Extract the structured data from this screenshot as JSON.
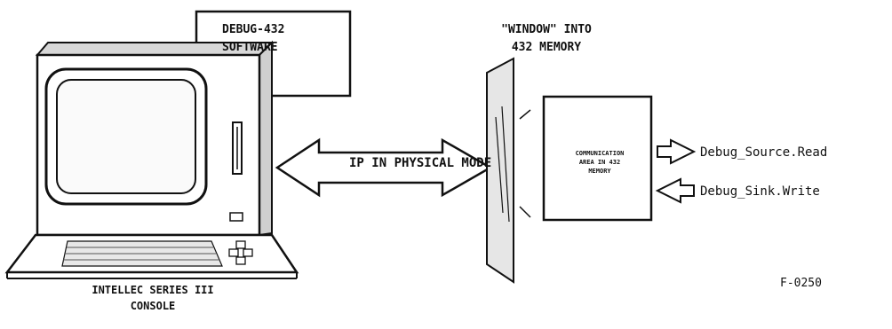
{
  "software_box": {
    "line1": "DEBUG-432",
    "line2": "SOFTWARE"
  },
  "window_label": {
    "line1": "\"WINDOW\" INTO",
    "line2": "432 MEMORY"
  },
  "ip_arrow": {
    "label": "IP IN PHYSICAL MODE"
  },
  "communication_area": {
    "line1": "COMMUNICATION",
    "line2": "AREA IN 432",
    "line3": "MEMORY"
  },
  "outputs": {
    "source": "Debug_Source.Read",
    "sink": "Debug_Sink.Write"
  },
  "console": {
    "line1": "INTELLEC SERIES III",
    "line2": "CONSOLE"
  },
  "figure_id": "F-0250"
}
